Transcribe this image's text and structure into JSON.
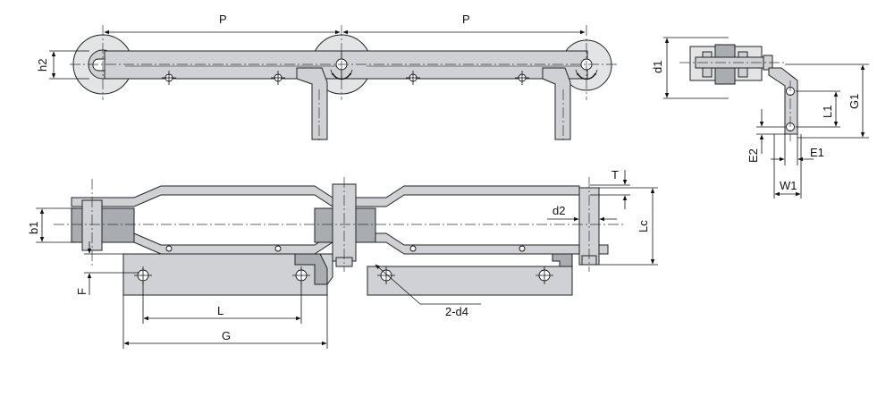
{
  "labels": {
    "P_left": "P",
    "P_right": "P",
    "h2": "h2",
    "d1": "d1",
    "G1": "G1",
    "L1": "L1",
    "E2": "E2",
    "E1": "E1",
    "W1": "W1",
    "T": "T",
    "d2": "d2",
    "Lc": "Lc",
    "b1": "b1",
    "F": "F",
    "L": "L",
    "G": "G",
    "d4": "2-d4"
  },
  "colors": {
    "metal": "#cfd1d4",
    "metal_dark": "#a9acb0",
    "outline": "#222222"
  }
}
